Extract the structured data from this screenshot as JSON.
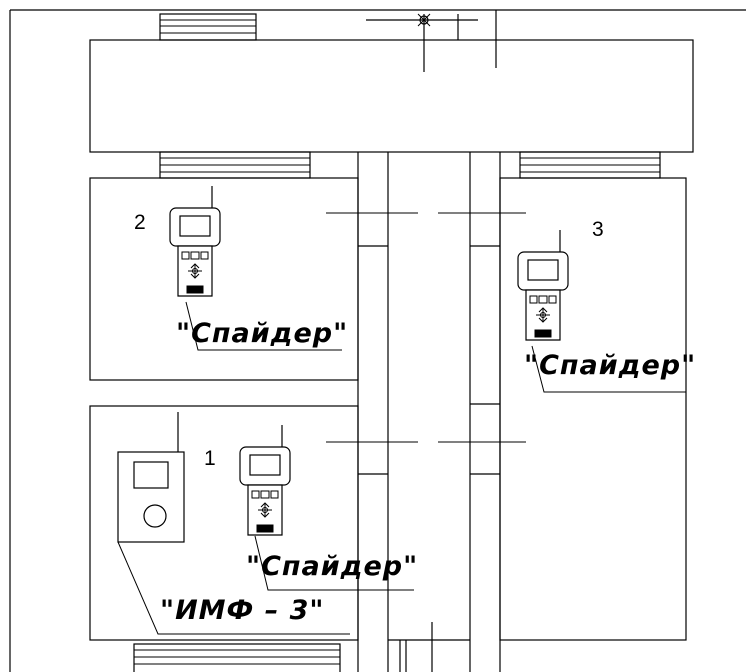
{
  "devices": {
    "spider": "\"Спайдер\"",
    "imf": "\"ИМФ – 3\""
  },
  "numbers": {
    "n1": "1",
    "n2": "2",
    "n3": "3"
  }
}
